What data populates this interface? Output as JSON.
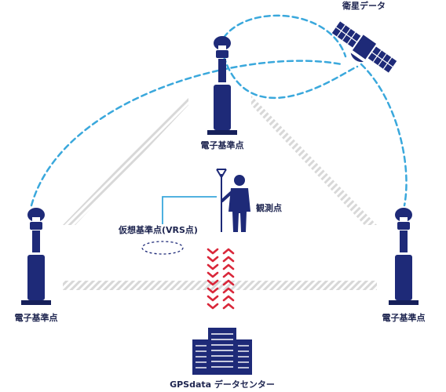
{
  "labels": {
    "satellite": "衛星データ",
    "station_top": "電子基準点",
    "station_left": "電子基準点",
    "station_right": "電子基準点",
    "observation": "観測点",
    "virtual_station": "仮想基準点(VRS点)",
    "data_center": "GPSdata データセンター"
  },
  "colors": {
    "navy": "#1e2a78",
    "dark_navy": "#16205a",
    "signal_blue": "#3aa8dc",
    "arrow_red": "#d9273a",
    "field_gray": "#d8d8d8"
  },
  "icons": {
    "satellite": "satellite-icon",
    "reference_station": "gnss-antenna-pillar-icon",
    "surveyor": "surveyor-with-antenna-icon",
    "server": "server-rack-icon"
  }
}
